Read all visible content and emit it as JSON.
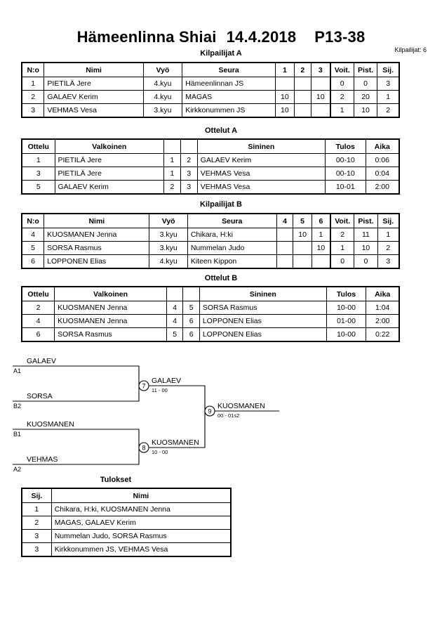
{
  "header": {
    "event": "Hämeenlinna Shiai",
    "date": "14.4.2018",
    "category": "P13-38",
    "competitor_count_label": "Kilpailijat: 6"
  },
  "sections": {
    "pool_a_caption": "Kilpailijat A",
    "matches_a_caption": "Ottelut A",
    "pool_b_caption": "Kilpailijat B",
    "matches_b_caption": "Ottelut B",
    "results_caption": "Tulokset"
  },
  "pool_headers": {
    "no": "N:o",
    "name": "Nimi",
    "belt": "Vyö",
    "club": "Seura",
    "wins": "Voit.",
    "points": "Pist.",
    "rank": "Sij."
  },
  "pool_a": {
    "match_cols": [
      "1",
      "2",
      "3"
    ],
    "rows": [
      {
        "no": "1",
        "name": "PIETILÄ Jere",
        "belt": "4.kyu",
        "club": "Hämeenlinnan JS",
        "scores": [
          "",
          "",
          ""
        ],
        "wins": "0",
        "points": "0",
        "rank": "3"
      },
      {
        "no": "2",
        "name": "GALAEV Kerim",
        "belt": "4.kyu",
        "club": "MAGAS",
        "scores": [
          "10",
          "",
          "10"
        ],
        "wins": "2",
        "points": "20",
        "rank": "1"
      },
      {
        "no": "3",
        "name": "VEHMAS Vesa",
        "belt": "3.kyu",
        "club": "Kirkkonummen JS",
        "scores": [
          "10",
          "",
          ""
        ],
        "wins": "1",
        "points": "10",
        "rank": "2"
      }
    ]
  },
  "pool_b": {
    "match_cols": [
      "4",
      "5",
      "6"
    ],
    "rows": [
      {
        "no": "4",
        "name": "KUOSMANEN Jenna",
        "belt": "3.kyu",
        "club": "Chikara, H:ki",
        "scores": [
          "",
          "10",
          "1"
        ],
        "wins": "2",
        "points": "11",
        "rank": "1"
      },
      {
        "no": "5",
        "name": "SORSA Rasmus",
        "belt": "3.kyu",
        "club": "Nummelan Judo",
        "scores": [
          "",
          "",
          "10"
        ],
        "wins": "1",
        "points": "10",
        "rank": "2"
      },
      {
        "no": "6",
        "name": "LOPPONEN Elias",
        "belt": "4.kyu",
        "club": "Kiteen Kippon",
        "scores": [
          "",
          "",
          ""
        ],
        "wins": "0",
        "points": "0",
        "rank": "3"
      }
    ]
  },
  "match_headers": {
    "match": "Ottelu",
    "white": "Valkoinen",
    "blue": "Sininen",
    "result": "Tulos",
    "time": "Aika"
  },
  "matches_a": [
    {
      "no": "1",
      "white": "PIETILÄ Jere",
      "white_no": "1",
      "blue_no": "2",
      "blue": "GALAEV Kerim",
      "result": "00-10",
      "time": "0:06"
    },
    {
      "no": "3",
      "white": "PIETILÄ Jere",
      "white_no": "1",
      "blue_no": "3",
      "blue": "VEHMAS Vesa",
      "result": "00-10",
      "time": "0:04"
    },
    {
      "no": "5",
      "white": "GALAEV Kerim",
      "white_no": "2",
      "blue_no": "3",
      "blue": "VEHMAS Vesa",
      "result": "10-01",
      "time": "2:00"
    }
  ],
  "matches_b": [
    {
      "no": "2",
      "white": "KUOSMANEN Jenna",
      "white_no": "4",
      "blue_no": "5",
      "blue": "SORSA Rasmus",
      "result": "10-00",
      "time": "1:04"
    },
    {
      "no": "4",
      "white": "KUOSMANEN Jenna",
      "white_no": "4",
      "blue_no": "6",
      "blue": "LOPPONEN Elias",
      "result": "01-00",
      "time": "2:00"
    },
    {
      "no": "6",
      "white": "SORSA Rasmus",
      "white_no": "5",
      "blue_no": "6",
      "blue": "LOPPONEN Elias",
      "result": "10-00",
      "time": "0:22"
    }
  ],
  "bracket": {
    "entries": [
      {
        "name": "GALAEV",
        "seed": "A1"
      },
      {
        "name": "SORSA",
        "seed": "B2"
      },
      {
        "name": "KUOSMANEN",
        "seed": "B1"
      },
      {
        "name": "VEHMAS",
        "seed": "A2"
      }
    ],
    "nodes": [
      {
        "number": "7",
        "winner": "GALAEV",
        "score": "11 - 00"
      },
      {
        "number": "8",
        "winner": "KUOSMANEN",
        "score": "10 - 00"
      },
      {
        "number": "9",
        "winner": "KUOSMANEN",
        "score": "00 - 01s2"
      }
    ]
  },
  "results_headers": {
    "rank": "Sij.",
    "name": "Nimi"
  },
  "results": [
    {
      "rank": "1",
      "name": "Chikara, H:ki, KUOSMANEN Jenna"
    },
    {
      "rank": "2",
      "name": "MAGAS, GALAEV Kerim"
    },
    {
      "rank": "3",
      "name": "Nummelan Judo, SORSA Rasmus"
    },
    {
      "rank": "3",
      "name": "Kirkkonummen JS, VEHMAS Vesa"
    }
  ]
}
